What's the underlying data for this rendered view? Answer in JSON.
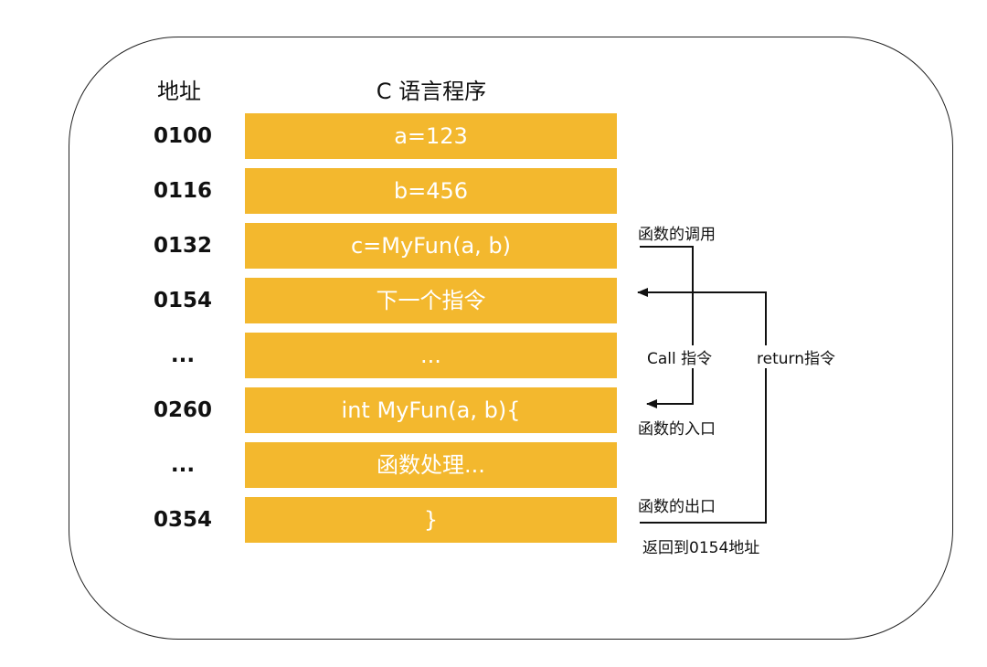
{
  "headers": {
    "address": "地址",
    "program": "C 语言程序"
  },
  "rows": [
    {
      "address": "0100",
      "code": "a=123"
    },
    {
      "address": "0116",
      "code": "b=456"
    },
    {
      "address": "0132",
      "code": "c=MyFun(a, b)"
    },
    {
      "address": "0154",
      "code": "下一个指令"
    },
    {
      "address": "...",
      "code": "..."
    },
    {
      "address": "0260",
      "code": "int MyFun(a, b){"
    },
    {
      "address": "...",
      "code": "函数处理..."
    },
    {
      "address": "0354",
      "code": "}"
    }
  ],
  "annotations": {
    "function_call": "函数的调用",
    "call_instruction": "Call 指令",
    "return_instruction": "return指令",
    "function_entry": "函数的入口",
    "function_exit": "函数的出口",
    "return_to_address": "返回到0154地址"
  },
  "colors": {
    "cell_fill": "#f3b82e",
    "cell_text": "#ffffff",
    "text": "#111111",
    "arrow": "#111111"
  }
}
